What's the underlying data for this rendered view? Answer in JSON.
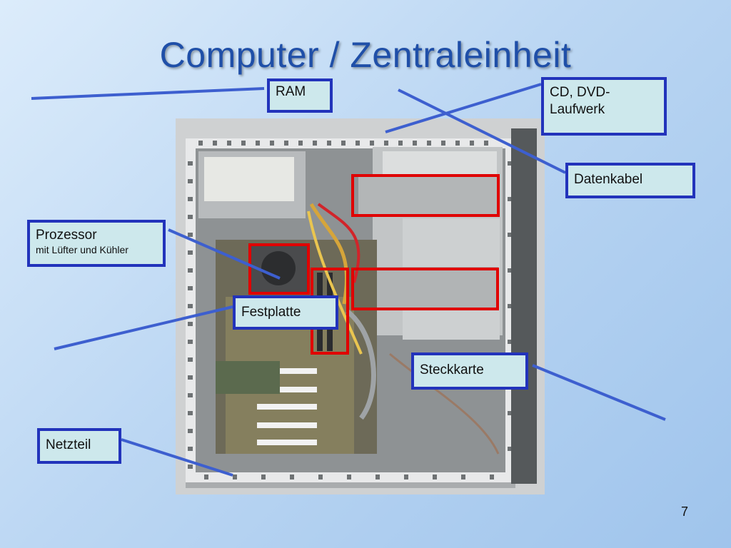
{
  "slide": {
    "title": "Computer / Zentraleinheit",
    "number": "7"
  },
  "labels": {
    "ram": "RAM",
    "drive_line1": "CD, DVD-",
    "drive_line2": "Laufwerk",
    "datenkabel": "Datenkabel",
    "prozessor": "Prozessor",
    "prozessor_sub": "mit Lüfter und Kühler",
    "festplatte": "Festplatte",
    "steckkarte": "Steckkarte",
    "netzteil": "Netzteil"
  },
  "colors": {
    "title": "#1f4fa8",
    "label_border": "#2233bb",
    "label_fill": "#cde8ec",
    "callout_line": "#3d5fcf",
    "highlight": "#e00000"
  }
}
